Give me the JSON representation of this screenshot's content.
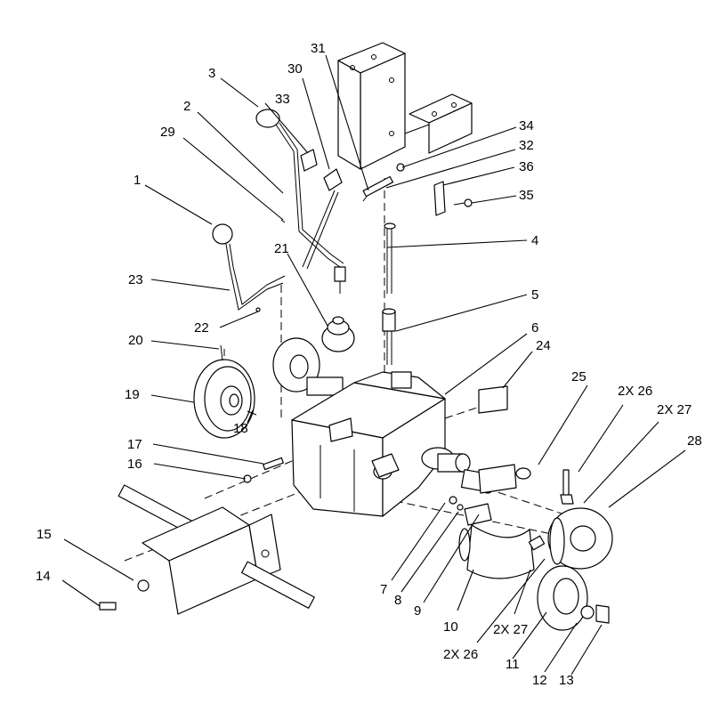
{
  "callouts": {
    "c1": "1",
    "c2": "2",
    "c3": "3",
    "c4": "4",
    "c5": "5",
    "c6": "6",
    "c7": "7",
    "c8": "8",
    "c9": "9",
    "c10": "10",
    "c11": "11",
    "c12": "12",
    "c13": "13",
    "c14": "14",
    "c15": "15",
    "c16": "16",
    "c17": "17",
    "c18": "18",
    "c19": "19",
    "c20": "20",
    "c21": "21",
    "c22": "22",
    "c23": "23",
    "c24": "24",
    "c25": "25",
    "c26a": "2X 26",
    "c27a": "2X 27",
    "c28": "28",
    "c29": "29",
    "c30": "30",
    "c31": "31",
    "c32": "32",
    "c33": "33",
    "c34": "34",
    "c35": "35",
    "c36": "36",
    "c26b": "2X 26",
    "c27b": "2X 27"
  }
}
